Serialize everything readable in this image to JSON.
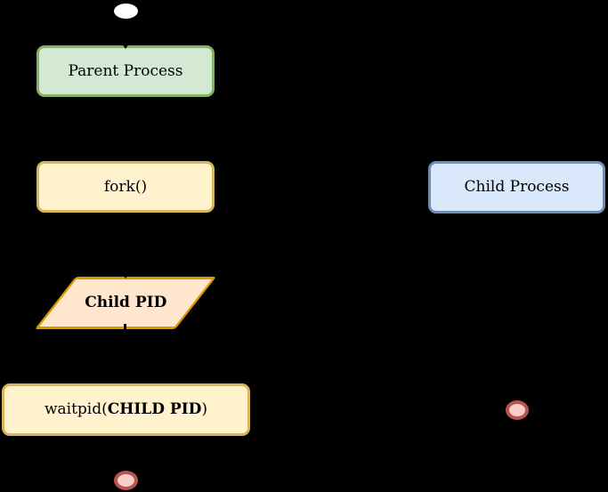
{
  "diagram": {
    "background_color": "#000000",
    "connector_color": "#000000",
    "nodes": {
      "start": {
        "shape": "ellipse",
        "fill": "#ffffff"
      },
      "parent": {
        "label": "Parent Process",
        "fill": "#d5e8d4",
        "stroke": "#82b366"
      },
      "fork": {
        "label": "fork()",
        "fill": "#fff2cc",
        "stroke": "#d6b656"
      },
      "child": {
        "label": "Child Process",
        "fill": "#dae8fc",
        "stroke": "#6c8ebf"
      },
      "child_pid": {
        "label": "Child PID",
        "fill": "#ffe6cc",
        "stroke": "#d79b00"
      },
      "waitpid": {
        "label_prefix": "waitpid(",
        "label_bold": "CHILD PID",
        "label_suffix": ")",
        "fill": "#fff2cc",
        "stroke": "#d6b656"
      },
      "end_child": {
        "shape": "ellipse",
        "fill": "#f8cecc",
        "stroke": "#b85450"
      },
      "end_parent": {
        "shape": "ellipse",
        "fill": "#f8cecc",
        "stroke": "#b85450"
      }
    }
  }
}
